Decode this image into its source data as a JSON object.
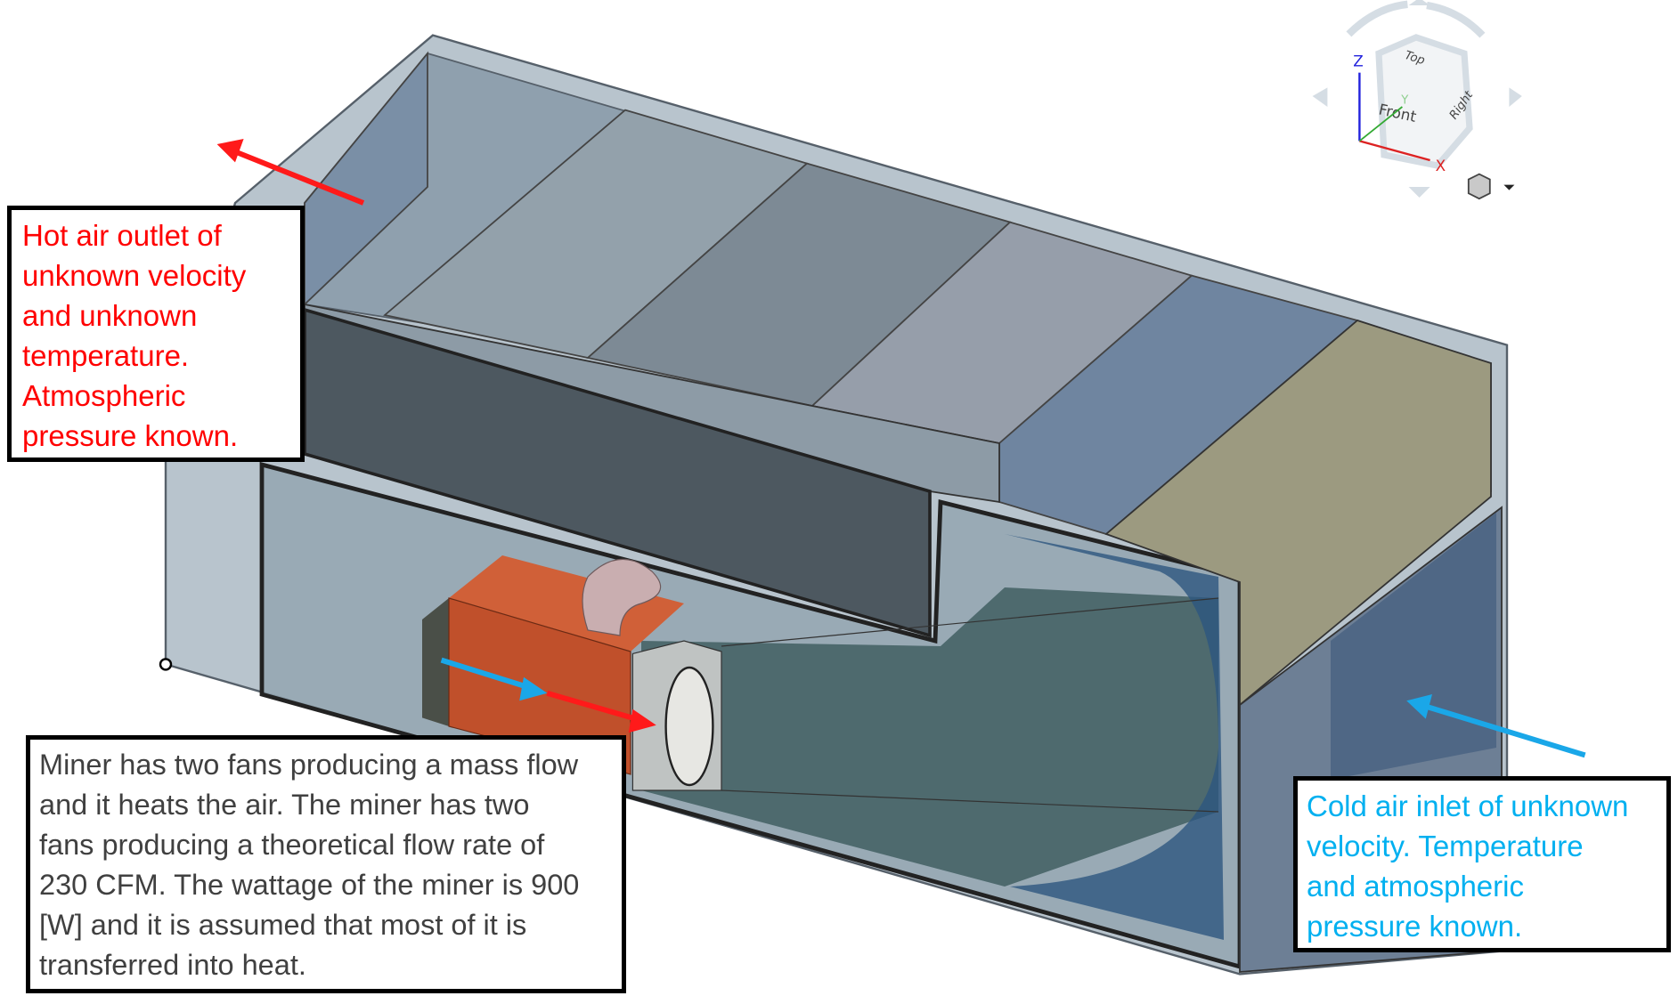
{
  "annotations": {
    "hot_outlet": "Hot air outlet of\nunknown velocity\nand unknown\ntemperature.\nAtmospheric\npressure known.",
    "miner": "Miner has two fans producing a mass flow\nand it heats the air. The miner has two\nfans producing a theoretical flow rate of\n230 CFM. The wattage of the miner is 900\n[W] and it is assumed that most of it is\ntransferred into heat.",
    "cold_inlet": "Cold air inlet of unknown\nvelocity. Temperature\nand atmospheric\npressure known."
  },
  "view_cube": {
    "faces": {
      "top": "Top",
      "front": "Front",
      "right": "Right"
    },
    "axes": {
      "x": "X",
      "y": "Y",
      "z": "Z"
    }
  },
  "colors": {
    "hot_arrow": "#ff1a1a",
    "cold_arrow": "#1aa7e8",
    "hot_text": "#ff0000",
    "cold_text": "#00b0f0",
    "miner": "#c0502b"
  }
}
